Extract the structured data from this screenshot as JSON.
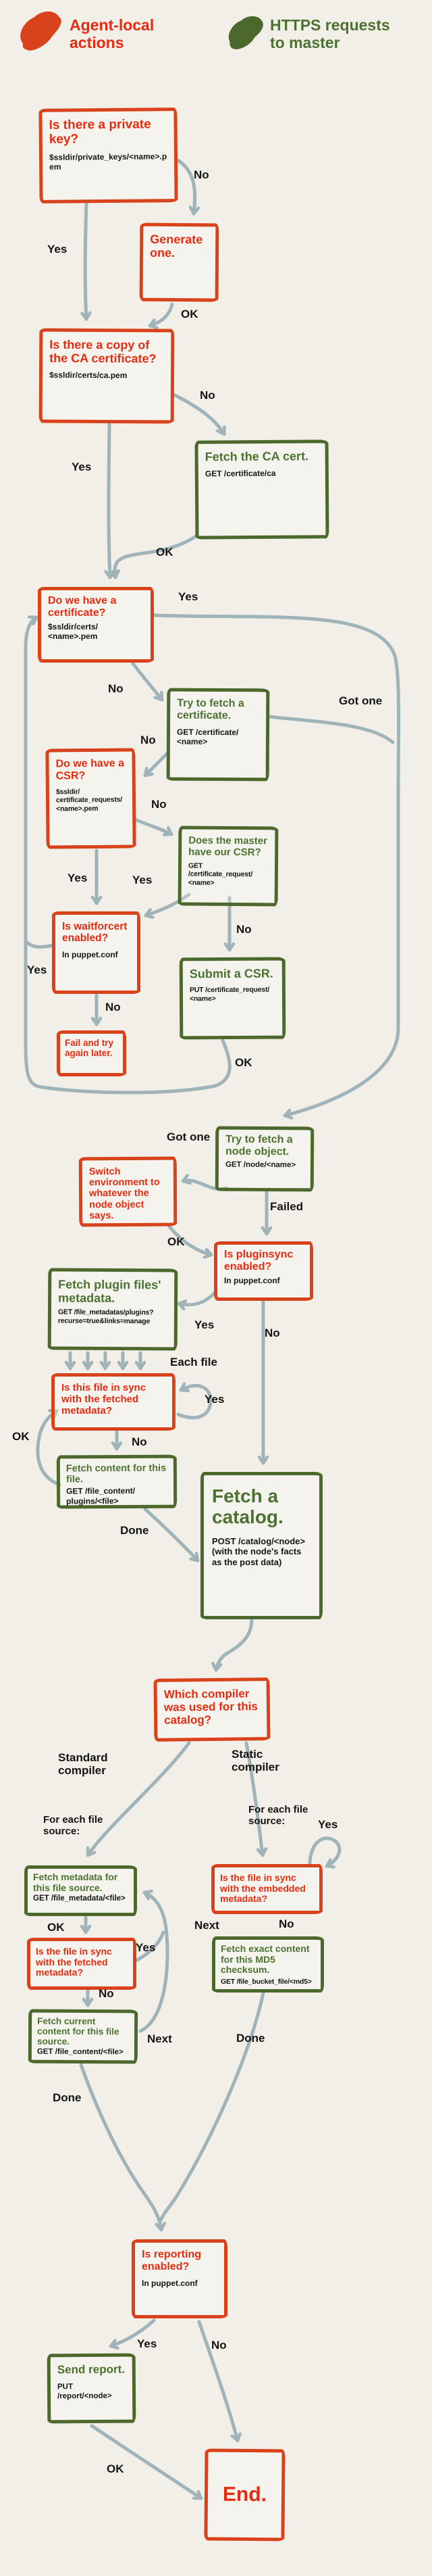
{
  "legend": {
    "agent_label": "Agent-local actions",
    "master_label": "HTTPS requests to master"
  },
  "colors": {
    "agent_border": "#d8431b",
    "agent_text": "#e62b10",
    "master_border": "#4d682c",
    "master_text": "#4c7231",
    "arrow": "#9fb3b9",
    "label_text": "#141414",
    "background": "#f1efe8"
  },
  "nodes": [
    {
      "id": "private-key",
      "type": "agent-local",
      "title": "Is there a private key?",
      "sub": "$ssldir/private_keys/<name>.pem"
    },
    {
      "id": "generate-one",
      "type": "agent-local",
      "title": "Generate one."
    },
    {
      "id": "ca-cert-copy",
      "type": "agent-local",
      "title": "Is there a copy of the CA certificate?",
      "sub": "$ssldir/certs/ca.pem"
    },
    {
      "id": "fetch-ca-cert",
      "type": "https-request",
      "title": "Fetch the CA cert.",
      "sub": "GET /certificate/ca"
    },
    {
      "id": "have-certificate",
      "type": "agent-local",
      "title": "Do we have a certificate?",
      "sub": "$ssldir/certs/ <name>.pem"
    },
    {
      "id": "try-fetch-cert",
      "type": "https-request",
      "title": "Try to fetch a certificate.",
      "sub": "GET /certificate/ <name>"
    },
    {
      "id": "have-csr",
      "type": "agent-local",
      "title": "Do we have a CSR?",
      "sub": "$ssldir/ certificate_requests/ <name>.pem"
    },
    {
      "id": "master-have-csr",
      "type": "https-request",
      "title": "Does the master have our CSR?",
      "sub": "GET /certificate_request/ <name>"
    },
    {
      "id": "waitforcert",
      "type": "agent-local",
      "title": "Is waitforcert enabled?",
      "sub": "In puppet.conf"
    },
    {
      "id": "submit-csr",
      "type": "https-request",
      "title": "Submit a CSR.",
      "sub": "PUT /certificate_request/ <name>"
    },
    {
      "id": "fail-retry",
      "type": "agent-local",
      "title": "Fail and try again later."
    },
    {
      "id": "try-fetch-node",
      "type": "https-request",
      "title": "Try to fetch a node object.",
      "sub": "GET /node/<name>"
    },
    {
      "id": "switch-env",
      "type": "agent-local",
      "title": "Switch environment to whatever the node object says."
    },
    {
      "id": "pluginsync",
      "type": "agent-local",
      "title": "Is pluginsync enabled?",
      "sub": "In puppet.conf"
    },
    {
      "id": "fetch-plugin-meta",
      "type": "https-request",
      "title": "Fetch plugin files' metadata.",
      "sub": "GET /file_metadatas/plugins? recurse=true&links=manage"
    },
    {
      "id": "file-sync-fetched-each",
      "type": "agent-local",
      "title": "Is this file in sync with the fetched metadata?"
    },
    {
      "id": "fetch-content-file",
      "type": "https-request",
      "title": "Fetch content for this file.",
      "sub": "GET /file_content/ plugins/<file>"
    },
    {
      "id": "fetch-catalog",
      "type": "https-request",
      "title": "Fetch a catalog.",
      "sub": "POST /catalog/<node> (with the node's facts as the post data)"
    },
    {
      "id": "which-compiler",
      "type": "agent-local",
      "title": "Which compiler was used for this catalog?"
    },
    {
      "id": "fetch-meta-source",
      "type": "https-request",
      "title": "Fetch metadata for this file source.",
      "sub": "GET /file_metadata/<file>"
    },
    {
      "id": "file-sync-fetched-src",
      "type": "agent-local",
      "title": "Is the file in sync with the fetched metadata?"
    },
    {
      "id": "fetch-current-content",
      "type": "https-request",
      "title": "Fetch current content for this file source.",
      "sub": "GET /file_content/<file>"
    },
    {
      "id": "file-sync-embedded",
      "type": "agent-local",
      "title": "Is the file in sync with the embedded metadata?"
    },
    {
      "id": "fetch-exact-md5",
      "type": "https-request",
      "title": "Fetch exact content for this MD5 checksum.",
      "sub": "GET /file_bucket_file/<md5>"
    },
    {
      "id": "reporting",
      "type": "agent-local",
      "title": "Is reporting enabled?",
      "sub": "In puppet.conf"
    },
    {
      "id": "send-report",
      "type": "https-request",
      "title": "Send report.",
      "sub": "PUT /report/<node>"
    },
    {
      "id": "end",
      "type": "agent-local",
      "title": "End."
    }
  ],
  "edge_labels": [
    {
      "text": "No"
    },
    {
      "text": "Yes"
    },
    {
      "text": "OK"
    },
    {
      "text": "No"
    },
    {
      "text": "Yes"
    },
    {
      "text": "OK"
    },
    {
      "text": "Yes"
    },
    {
      "text": "No"
    },
    {
      "text": "Got one"
    },
    {
      "text": "No"
    },
    {
      "text": "No"
    },
    {
      "text": "Yes"
    },
    {
      "text": "Yes"
    },
    {
      "text": "No"
    },
    {
      "text": "Yes"
    },
    {
      "text": "No"
    },
    {
      "text": "OK"
    },
    {
      "text": "Got one"
    },
    {
      "text": "Failed"
    },
    {
      "text": "OK"
    },
    {
      "text": "Yes"
    },
    {
      "text": "No"
    },
    {
      "text": "Each file"
    },
    {
      "text": "Yes"
    },
    {
      "text": "OK"
    },
    {
      "text": "No"
    },
    {
      "text": "Done"
    },
    {
      "text": "Standard compiler"
    },
    {
      "text": "Static compiler"
    },
    {
      "text": "For each file source:"
    },
    {
      "text": "For each file source:"
    },
    {
      "text": "Yes"
    },
    {
      "text": "OK"
    },
    {
      "text": "Yes"
    },
    {
      "text": "Next"
    },
    {
      "text": "No"
    },
    {
      "text": "No"
    },
    {
      "text": "Next"
    },
    {
      "text": "Done"
    },
    {
      "text": "Done"
    },
    {
      "text": "Yes"
    },
    {
      "text": "No"
    },
    {
      "text": "OK"
    }
  ]
}
